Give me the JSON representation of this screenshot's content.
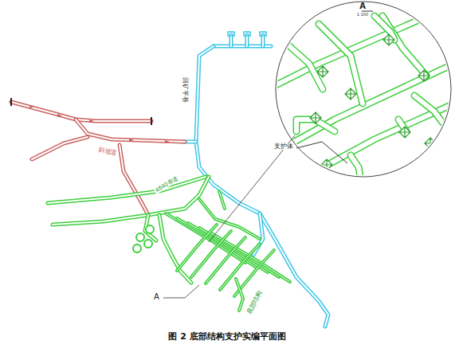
{
  "diagram": {
    "caption": "图 2  底部结构支护实编平面图",
    "labels": [
      "A",
      "1:100",
      "回矿平巷",
      "斜坡道",
      "4840巷道",
      "支护体",
      "底部结构",
      "A"
    ]
  }
}
